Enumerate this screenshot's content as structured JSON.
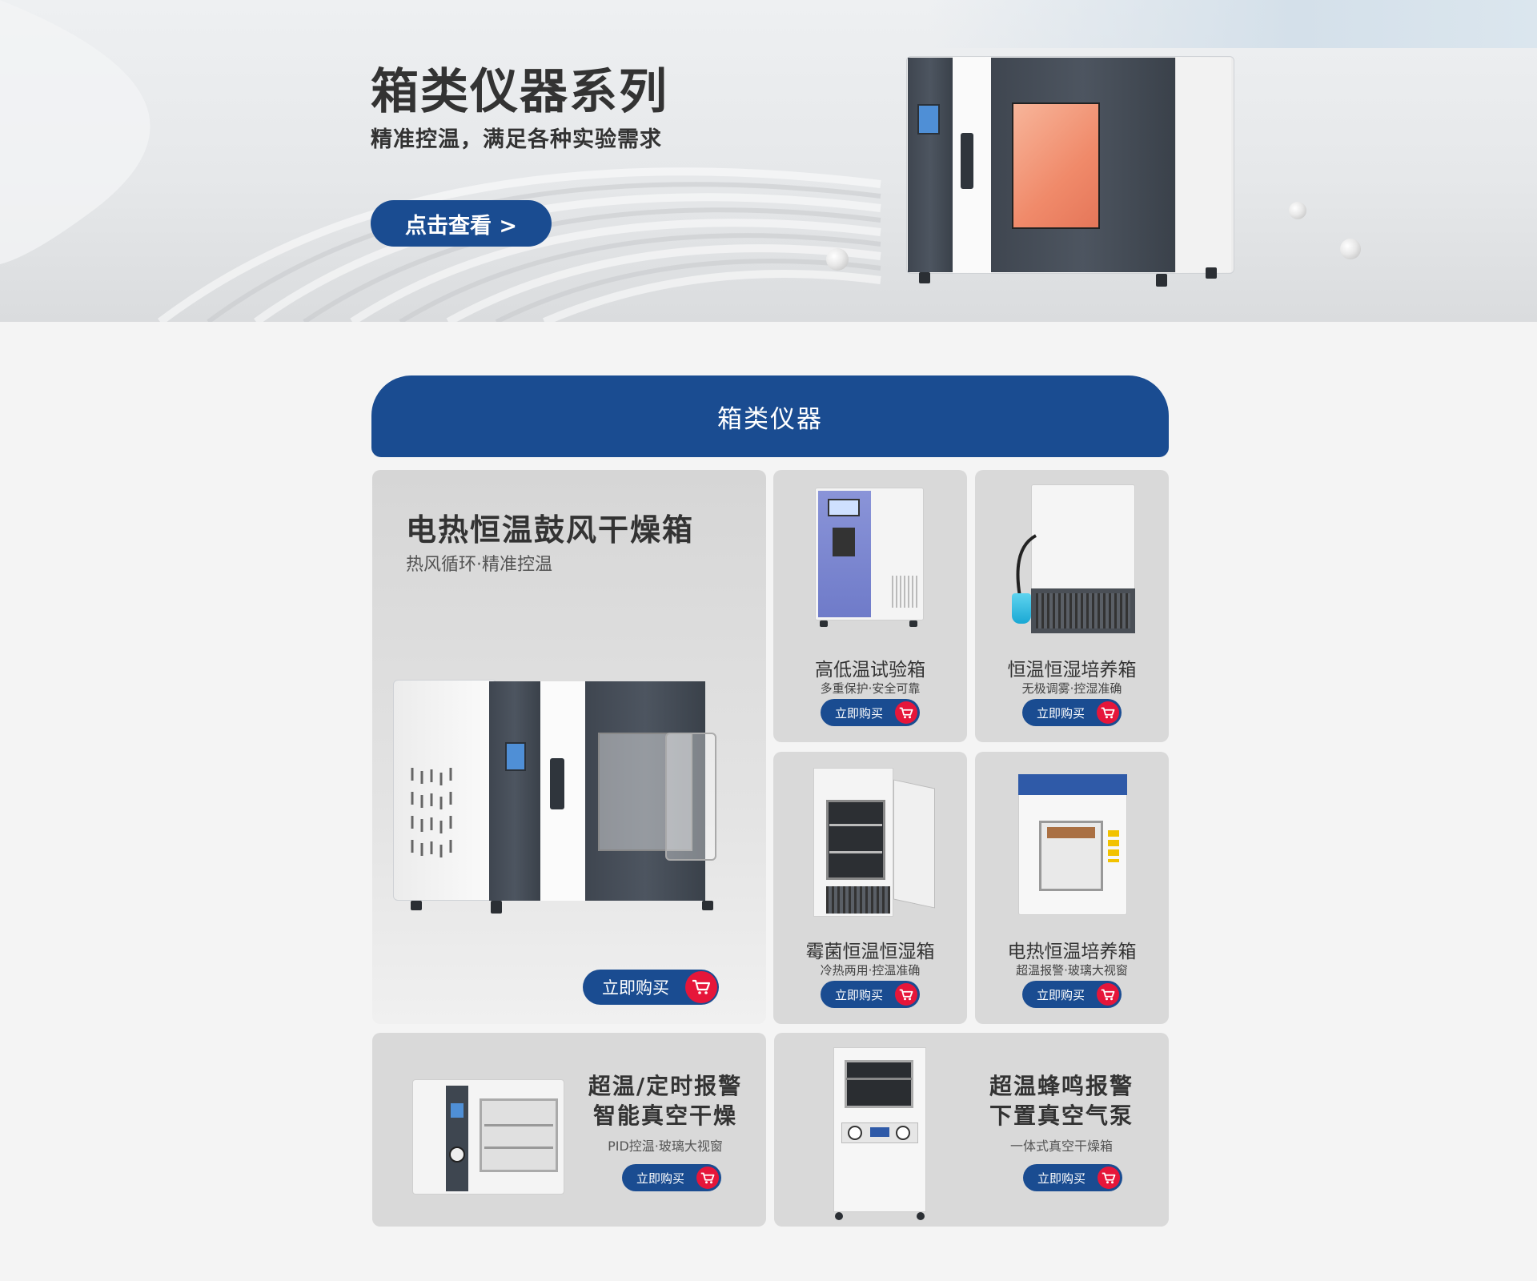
{
  "hero": {
    "title": "箱类仪器系列",
    "subtitle": "精准控温，满足各种实验需求",
    "cta_label": "点击查看 >"
  },
  "section": {
    "title": "箱类仪器"
  },
  "featured": {
    "name": "电热恒温鼓风干燥箱",
    "desc": "热风循环·精准控温",
    "buy_label": "立即购买"
  },
  "grid": [
    {
      "name": "高低温试验箱",
      "desc": "多重保护·安全可靠",
      "buy_label": "立即购买"
    },
    {
      "name": "恒温恒湿培养箱",
      "desc": "无极调雾·控湿准确",
      "buy_label": "立即购买"
    },
    {
      "name": "霉菌恒温恒湿箱",
      "desc": "冷热两用·控温准确",
      "buy_label": "立即购买"
    },
    {
      "name": "电热恒温培养箱",
      "desc": "超温报警·玻璃大视窗",
      "buy_label": "立即购买"
    }
  ],
  "bottom": [
    {
      "line1": "超温/定时报警",
      "line2": "智能真空干燥",
      "desc": "PID控温·玻璃大视窗",
      "buy_label": "立即购买"
    },
    {
      "line1": "超温蜂鸣报警",
      "line2": "下置真空气泵",
      "desc": "一体式真空干燥箱",
      "buy_label": "立即购买"
    }
  ],
  "colors": {
    "primary": "#1a4c91",
    "cart": "#e6163a",
    "card_bg": "#d9d9d9",
    "page_bg": "#f4f4f4"
  },
  "icons": [
    "shopping-cart-icon"
  ]
}
